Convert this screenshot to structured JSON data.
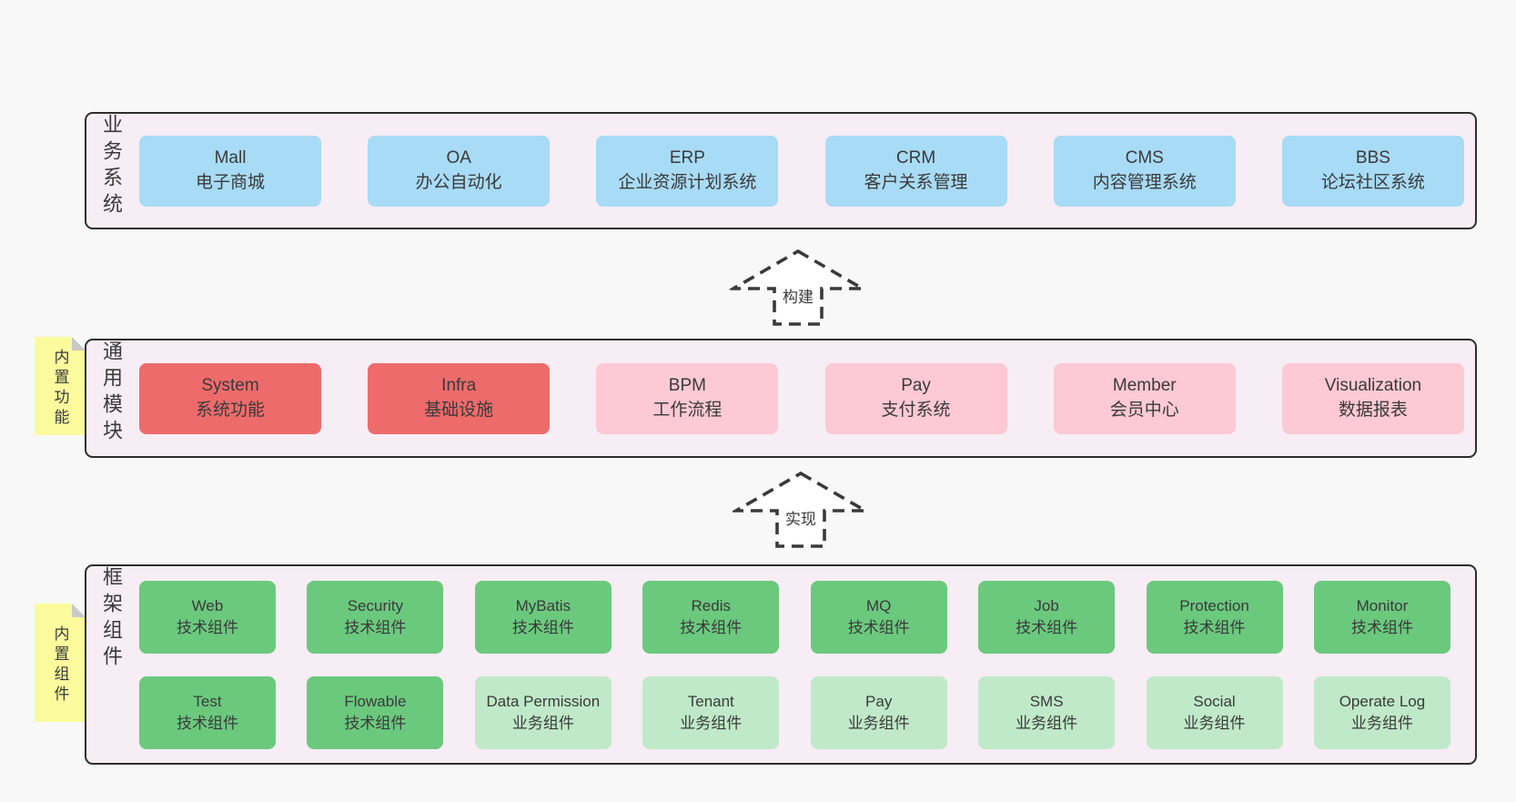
{
  "colors": {
    "page_bg": "#f8f8f8",
    "band_bg": "#f7edf5",
    "band_border": "#2e2e2e",
    "blue_box": "#a8dbf5",
    "red_box": "#ee6b6b",
    "pink_box": "#fcc9d4",
    "green_box": "#6bc97e",
    "light_green_box": "#c0e9c9",
    "sticky_yellow": "#fbfb9d",
    "sticky_fold": "#c9c9c9",
    "text": "#3a3a3a"
  },
  "arrows": [
    {
      "label": "构建"
    },
    {
      "label": "实现"
    }
  ],
  "bands": [
    {
      "label": "业务系统",
      "boxes": [
        {
          "name": "Mall",
          "sub": "电子商城"
        },
        {
          "name": "OA",
          "sub": "办公自动化"
        },
        {
          "name": "ERP",
          "sub": "企业资源计划系统"
        },
        {
          "name": "CRM",
          "sub": "客户关系管理"
        },
        {
          "name": "CMS",
          "sub": "内容管理系统"
        },
        {
          "name": "BBS",
          "sub": "论坛社区系统"
        }
      ]
    },
    {
      "label": "通用模块",
      "sticky": "内置功能",
      "boxes": [
        {
          "name": "System",
          "sub": "系统功能"
        },
        {
          "name": "Infra",
          "sub": "基础设施"
        },
        {
          "name": "BPM",
          "sub": "工作流程"
        },
        {
          "name": "Pay",
          "sub": "支付系统"
        },
        {
          "name": "Member",
          "sub": "会员中心"
        },
        {
          "name": "Visualization",
          "sub": "数据报表"
        }
      ]
    },
    {
      "label": "框架组件",
      "sticky": "内置组件",
      "rows": [
        [
          {
            "name": "Web",
            "sub": "技术组件"
          },
          {
            "name": "Security",
            "sub": "技术组件"
          },
          {
            "name": "MyBatis",
            "sub": "技术组件"
          },
          {
            "name": "Redis",
            "sub": "技术组件"
          },
          {
            "name": "MQ",
            "sub": "技术组件"
          },
          {
            "name": "Job",
            "sub": "技术组件"
          },
          {
            "name": "Protection",
            "sub": "技术组件"
          },
          {
            "name": "Monitor",
            "sub": "技术组件"
          }
        ],
        [
          {
            "name": "Test",
            "sub": "技术组件"
          },
          {
            "name": "Flowable",
            "sub": "技术组件"
          },
          {
            "name": "Data Permission",
            "sub": "业务组件"
          },
          {
            "name": "Tenant",
            "sub": "业务组件"
          },
          {
            "name": "Pay",
            "sub": "业务组件"
          },
          {
            "name": "SMS",
            "sub": "业务组件"
          },
          {
            "name": "Social",
            "sub": "业务组件"
          },
          {
            "name": "Operate Log",
            "sub": "业务组件"
          }
        ]
      ]
    }
  ]
}
